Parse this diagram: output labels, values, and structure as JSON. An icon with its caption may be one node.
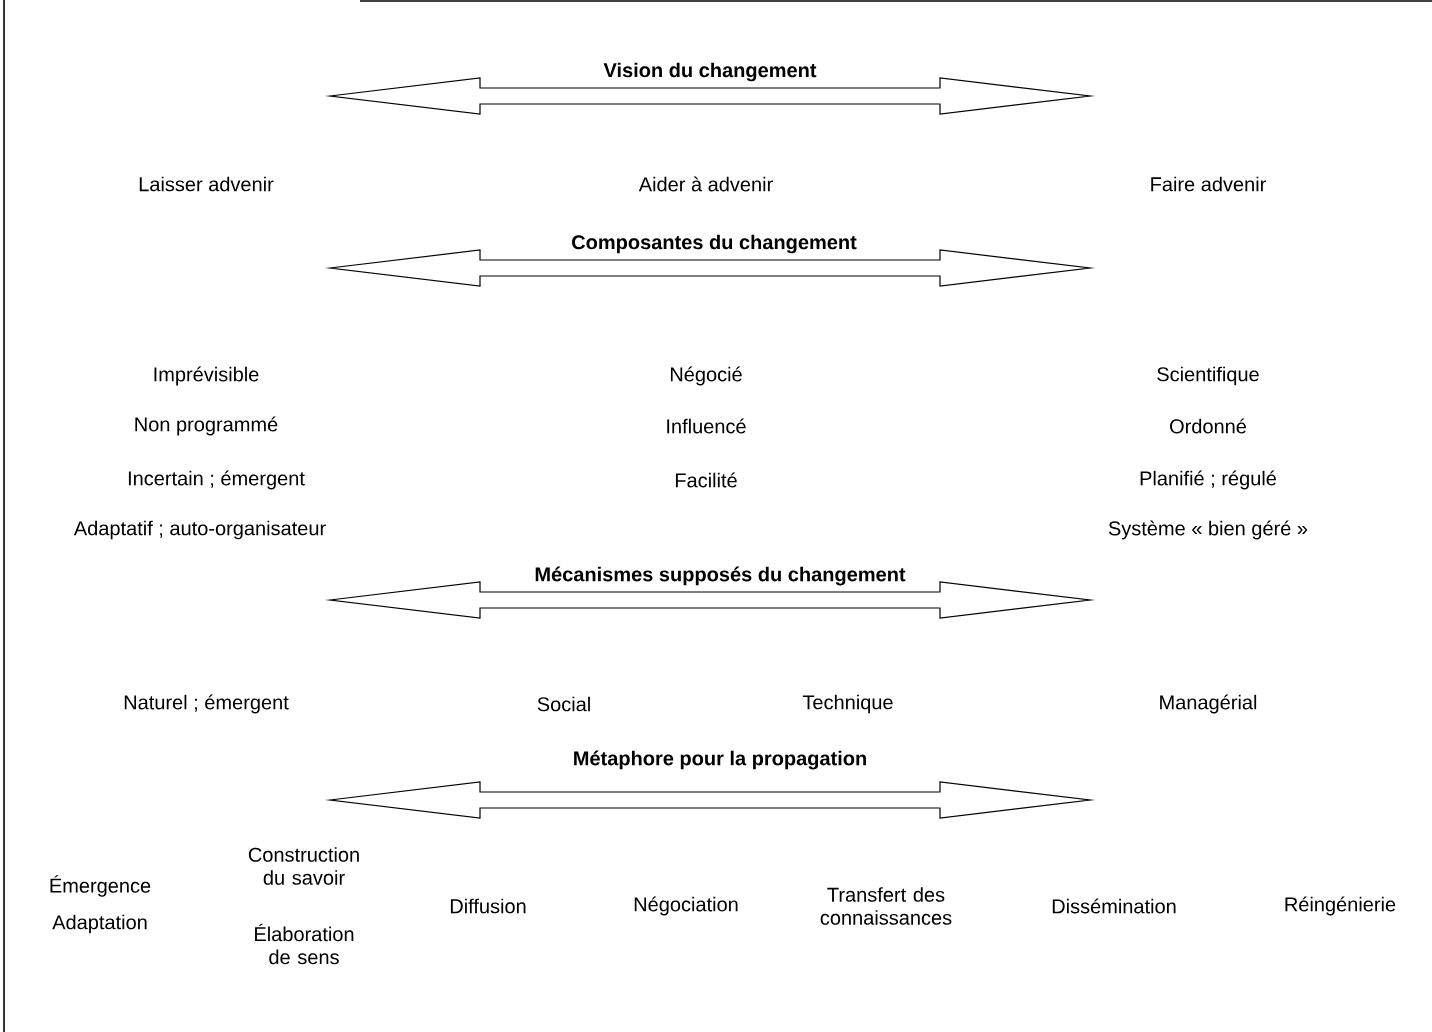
{
  "diagram": {
    "labels": [
      "Vision du changement",
      "Laisser advenir",
      "Aider à advenir",
      "Faire advenir",
      "Composantes du changement",
      "Imprévisible",
      "Négocié",
      "Scientifique",
      "Non programmé",
      "Influencé",
      "Ordonné",
      "Incertain ; émergent",
      "Facilité",
      "Planifié ; régulé",
      "Adaptatif ; auto-organisateur",
      "Système « bien géré »",
      "Mécanismes supposés du changement",
      "Naturel ; émergent",
      "Social",
      "Technique",
      "Managérial",
      "Métaphore pour la propagation",
      "Émergence",
      "Adaptation",
      "Construction du savoir",
      "Élaboration de sens",
      "Diffusion",
      "Négociation",
      "Transfert des connaissances",
      "Dissémination",
      "Réingénierie"
    ]
  }
}
